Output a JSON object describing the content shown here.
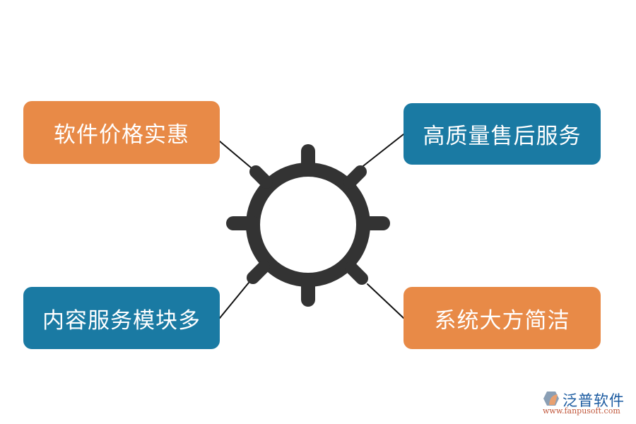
{
  "diagram": {
    "center_icon": "gear-icon",
    "nodes": [
      {
        "position": "top-left",
        "label": "软件价格实惠",
        "color": "#e88a47"
      },
      {
        "position": "top-right",
        "label": "高质量售后服务",
        "color": "#1a7aa3"
      },
      {
        "position": "bottom-left",
        "label": "内容服务模块多",
        "color": "#1a7aa3"
      },
      {
        "position": "bottom-right",
        "label": "系统大方简洁",
        "color": "#e88a47"
      }
    ],
    "gear_color": "#333333",
    "connector_color": "#111111"
  },
  "logo": {
    "name": "泛普软件",
    "url": "www.fanpusoft.com",
    "icon": "fanpu-logo-icon"
  }
}
